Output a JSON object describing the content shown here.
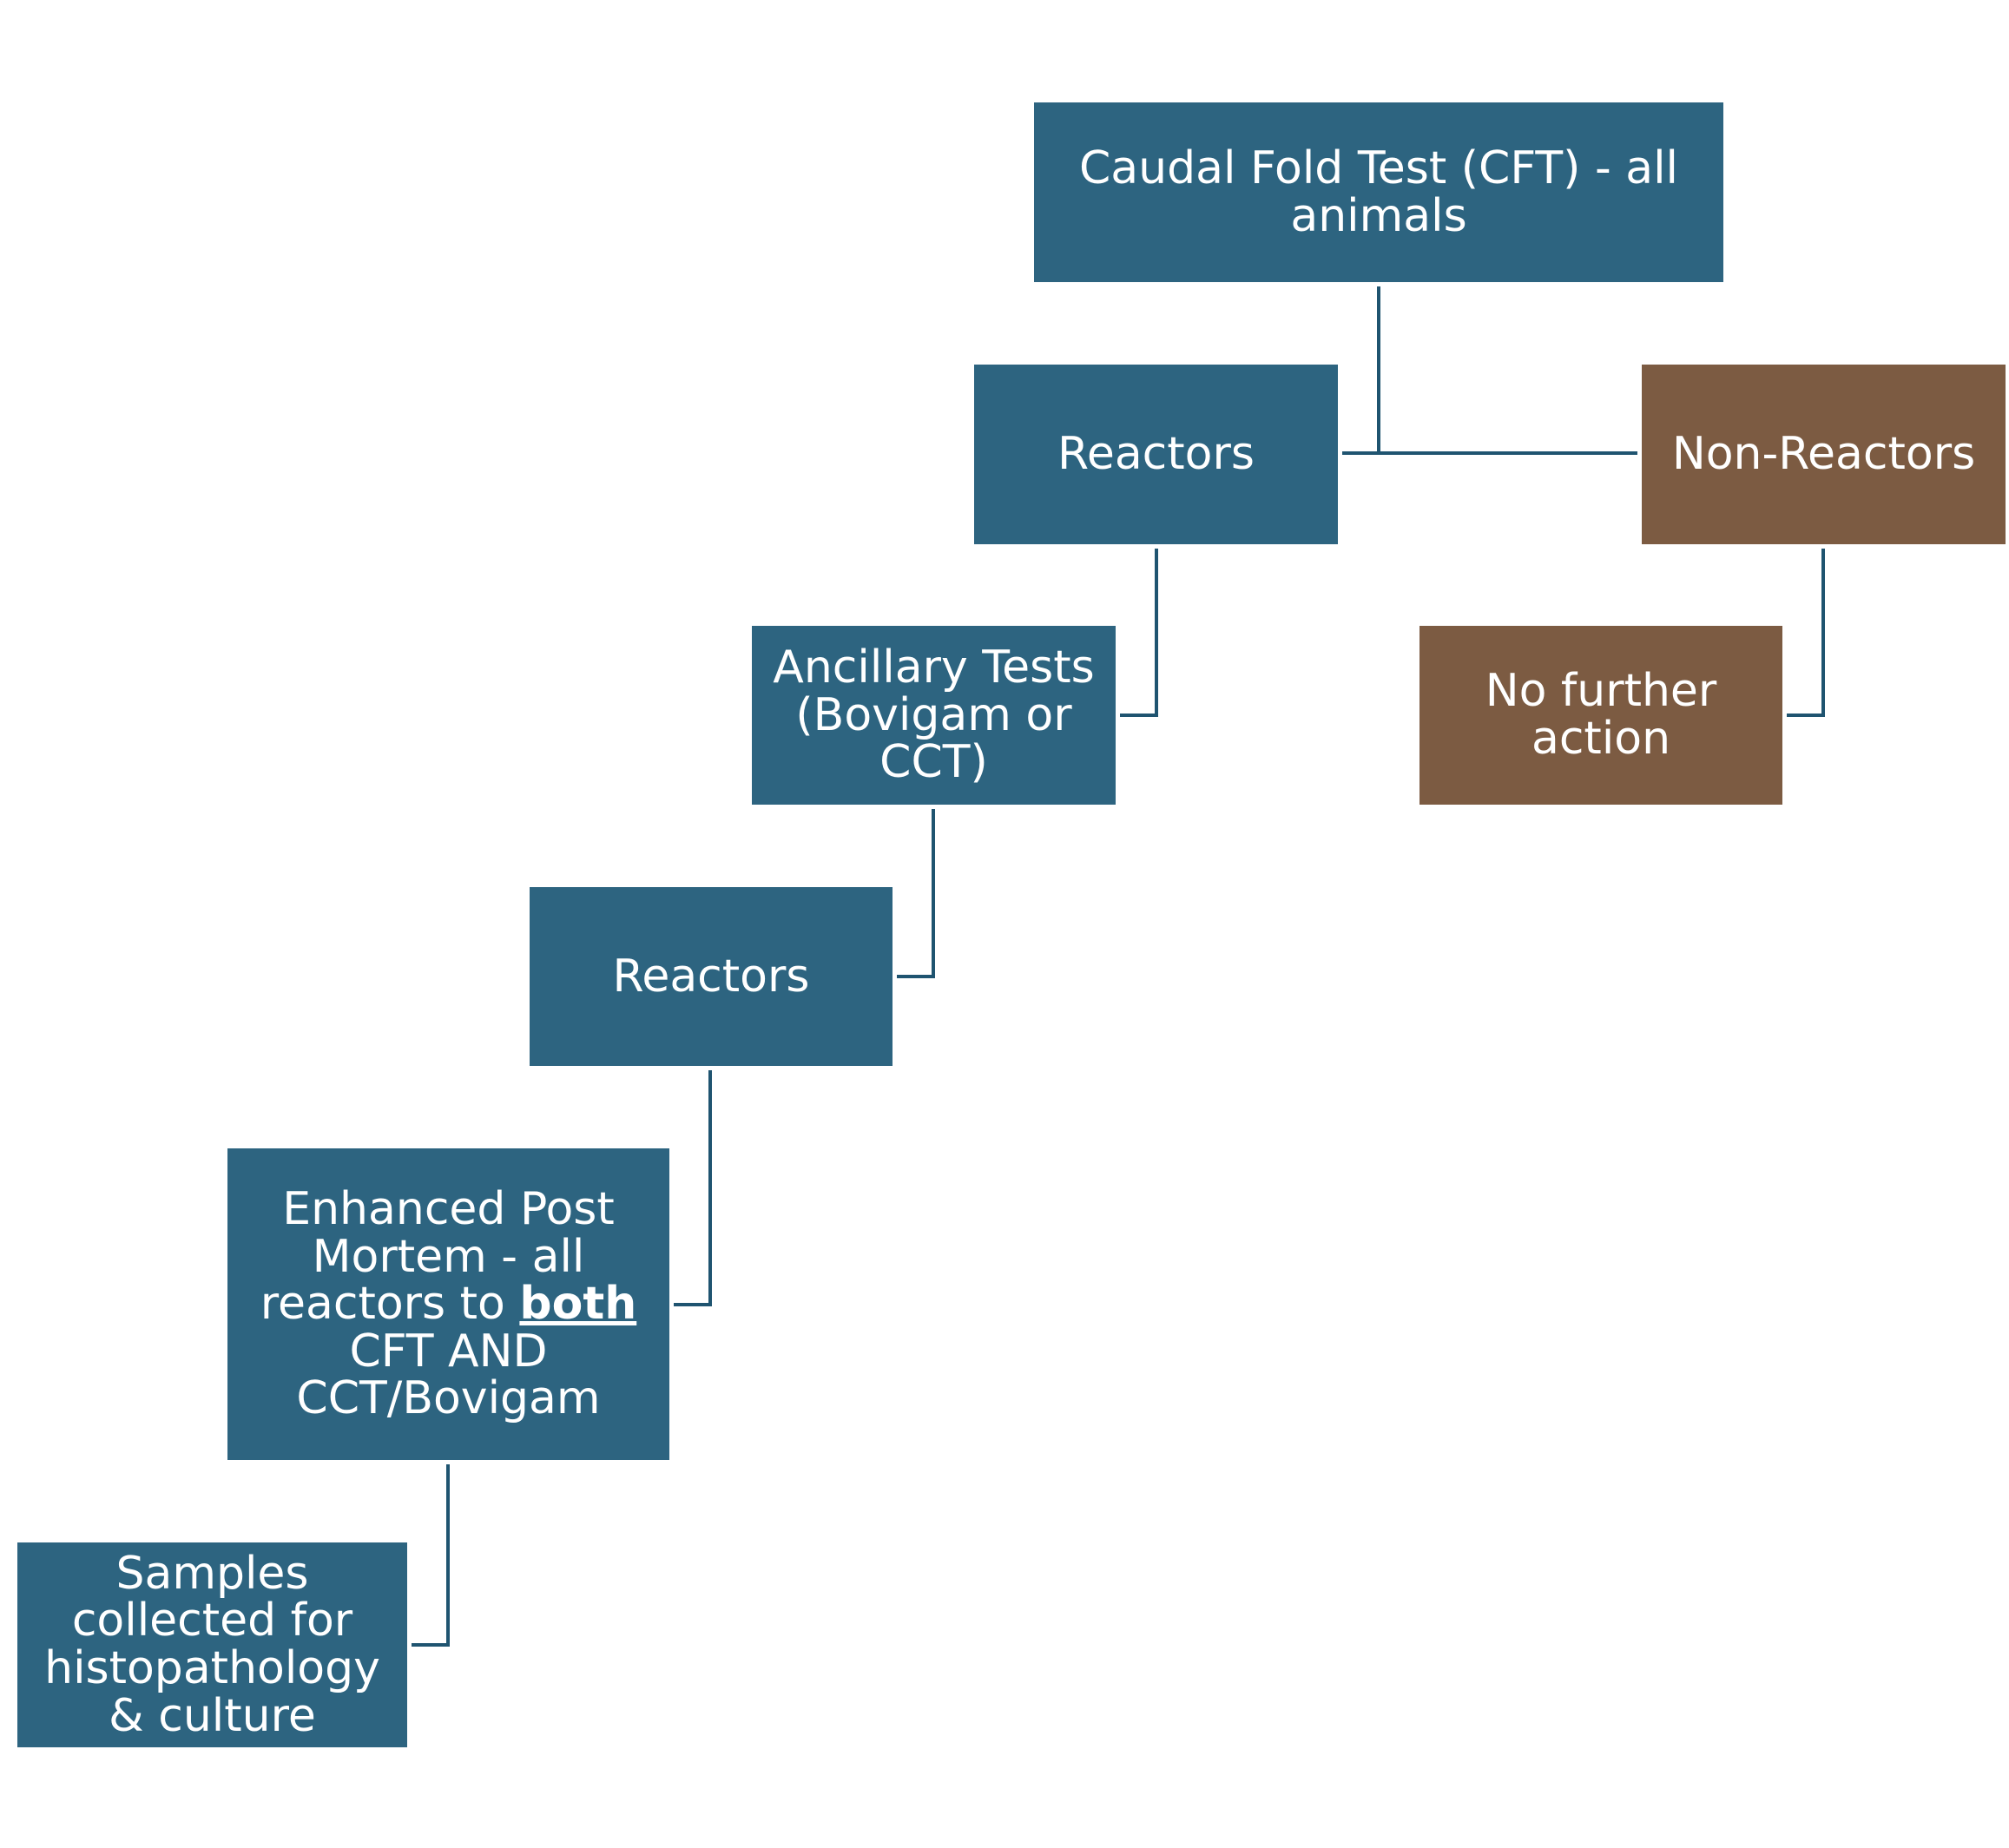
{
  "colors": {
    "primary_box": "#2d6480",
    "secondary_box": "#7c5b42",
    "connector": "#1f5470",
    "text": "#ffffff"
  },
  "nodes": {
    "cft": {
      "label": "Caudal Fold Test (CFT) - all animals"
    },
    "reactors_1": {
      "label": "Reactors"
    },
    "non_reactors": {
      "label": "Non-Reactors"
    },
    "ancillary": {
      "label": "Ancillary Tests (Bovigam or CCT)"
    },
    "no_further": {
      "label": "No further action"
    },
    "reactors_2": {
      "label": "Reactors"
    },
    "post_mortem": {
      "label_pre": "Enhanced Post Mortem - all reactors to ",
      "label_emphasis": "both",
      "label_post": " CFT AND CCT/Bovigam"
    },
    "samples": {
      "label": "Samples collected for histopathology & culture"
    }
  }
}
